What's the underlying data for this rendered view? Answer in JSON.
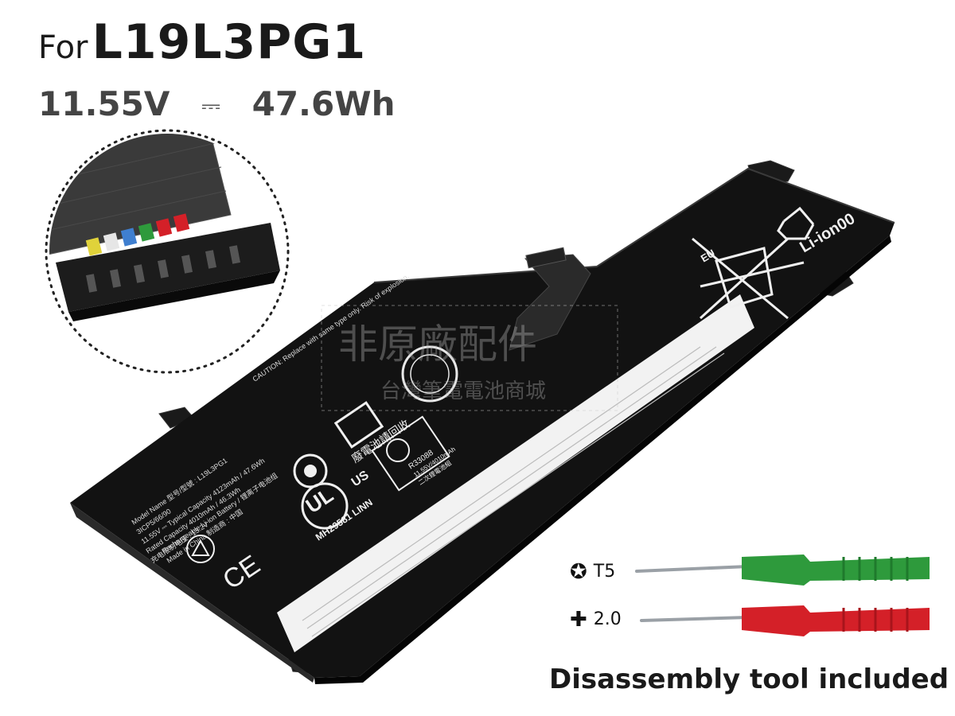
{
  "headline": {
    "prefix": "For",
    "model": "L19L3PG1"
  },
  "specs": {
    "voltage": "11.55V",
    "dc_symbol": "⎓",
    "capacity": "47.6Wh"
  },
  "battery": {
    "recycle_logo_text": "Li-ion00",
    "eu_mark": "EU",
    "model_line": "Model Name 型号/型號 : L19L3PG1",
    "cells_line": "3ICP5/66/90",
    "typical_capacity": "11.55V ⎓ Typical Capacity 4123mAh / 47.6Wh",
    "rated_capacity": "Rated Capacity 4010mAh / 46.3Wh",
    "charge_limit": "充电限制电压 : 13.2V",
    "battery_type": "Rechargeable Li-ion Battery / 锂离子电池组",
    "origin": "Made in China 制造商 : 中国",
    "ce_mark": "CE",
    "ul_file": "MH29581 LINN",
    "ul_us": "US",
    "recycle_cn": "廢電池請回收",
    "r_code": "R33088",
    "r_detail": "11.55V/4010mAh",
    "r_cn": "二次鋰電池組",
    "caution": "CAUTION: Replace with same type only. Risk of explosion."
  },
  "watermark": {
    "line1": "非原廠配件",
    "line2": "台灣筆電電池商城"
  },
  "tools": [
    {
      "icon": "torx-icon",
      "symbol": "✪",
      "label": "T5",
      "color": "#2e9a3c"
    },
    {
      "icon": "phillips-icon",
      "symbol": "✚",
      "label": "2.0",
      "color": "#d42028"
    }
  ],
  "tagline": "Disassembly tool included",
  "colors": {
    "battery_body": "#121212",
    "label_white": "#f2f2f2",
    "wire_red": "#d42028",
    "wire_green": "#2e9a3c"
  }
}
